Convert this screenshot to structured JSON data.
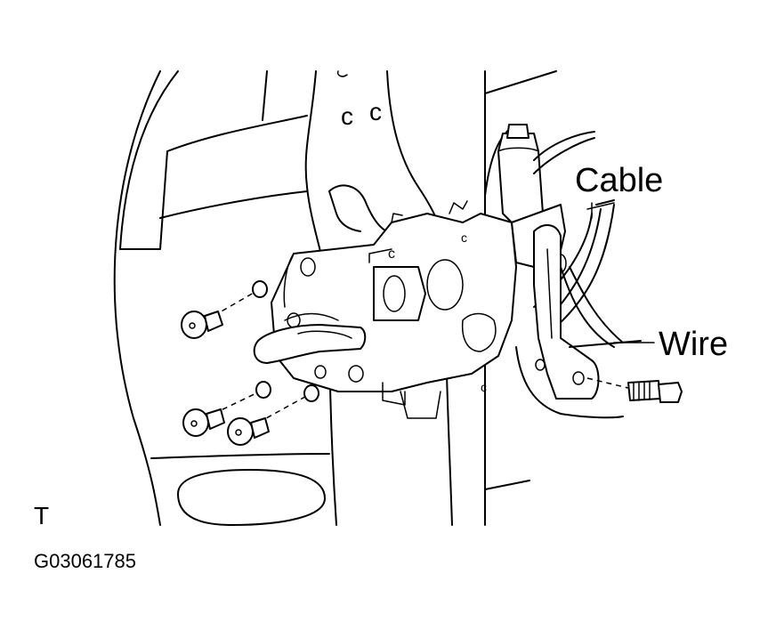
{
  "labels": {
    "cable": "Cable",
    "wire": "Wire",
    "view_mark": "T",
    "figure_code": "G03061785"
  }
}
